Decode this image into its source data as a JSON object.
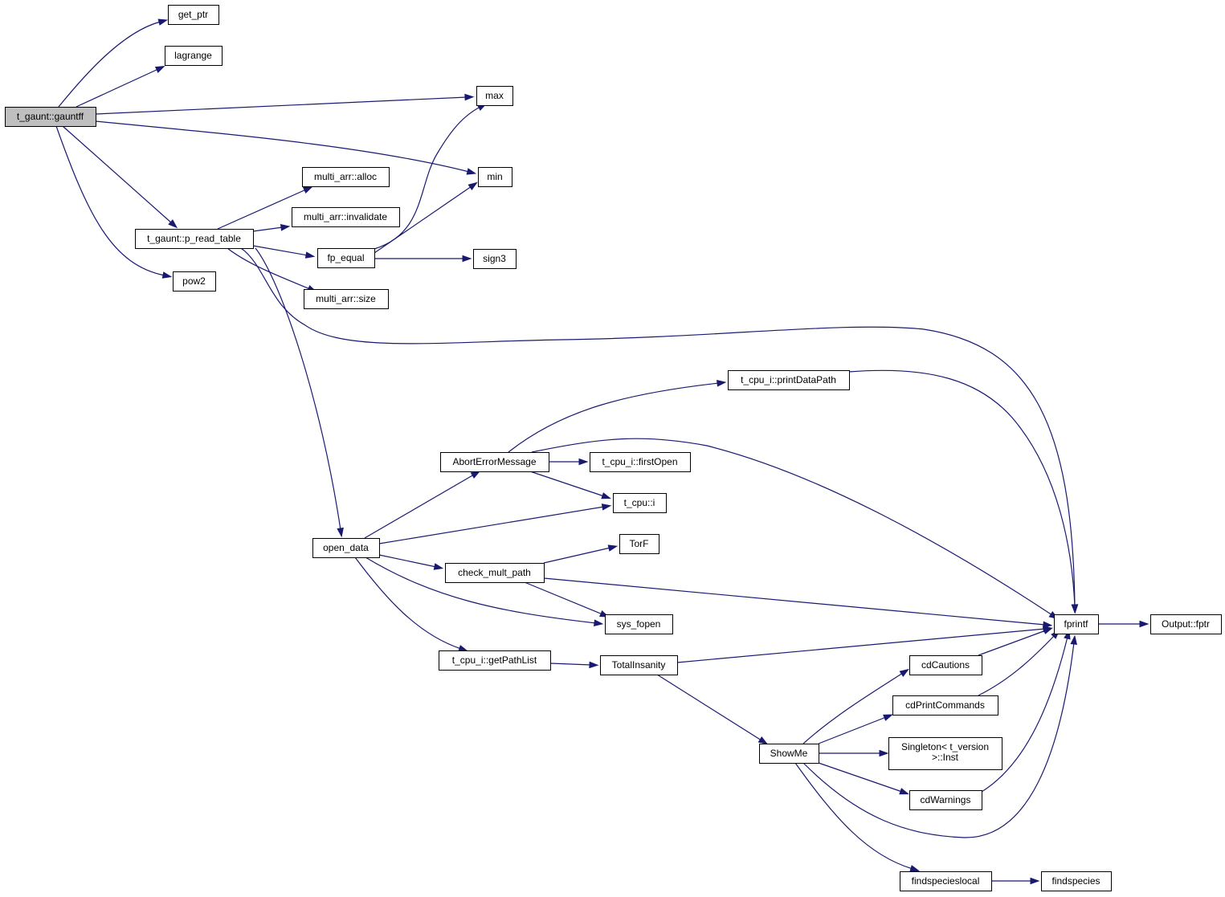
{
  "nodes": {
    "gauntff": {
      "label": "t_gaunt::gauntff",
      "root": true
    },
    "get_ptr": {
      "label": "get_ptr"
    },
    "lagrange": {
      "label": "lagrange"
    },
    "max": {
      "label": "max"
    },
    "min": {
      "label": "min"
    },
    "alloc": {
      "label": "multi_arr::alloc"
    },
    "invalidate": {
      "label": "multi_arr::invalidate"
    },
    "p_read_table": {
      "label": "t_gaunt::p_read_table"
    },
    "fp_equal": {
      "label": "fp_equal"
    },
    "sign3": {
      "label": "sign3"
    },
    "pow2": {
      "label": "pow2"
    },
    "size": {
      "label": "multi_arr::size"
    },
    "printDataPath": {
      "label": "t_cpu_i::printDataPath"
    },
    "AbortErrorMessage": {
      "label": "AbortErrorMessage"
    },
    "firstOpen": {
      "label": "t_cpu_i::firstOpen"
    },
    "cpu_i": {
      "label": "t_cpu::i"
    },
    "open_data": {
      "label": "open_data"
    },
    "TorF": {
      "label": "TorF"
    },
    "check_mult_path": {
      "label": "check_mult_path"
    },
    "sys_fopen": {
      "label": "sys_fopen"
    },
    "fprintf": {
      "label": "fprintf"
    },
    "Output_fptr": {
      "label": "Output::fptr"
    },
    "getPathList": {
      "label": "t_cpu_i::getPathList"
    },
    "TotalInsanity": {
      "label": "TotalInsanity"
    },
    "cdCautions": {
      "label": "cdCautions"
    },
    "cdPrintCommands": {
      "label": "cdPrintCommands"
    },
    "Singleton_Inst": {
      "label": "Singleton< t_version\n>::Inst"
    },
    "ShowMe": {
      "label": "ShowMe"
    },
    "cdWarnings": {
      "label": "cdWarnings"
    },
    "findspecieslocal": {
      "label": "findspecieslocal"
    },
    "findspecies": {
      "label": "findspecies"
    }
  },
  "edges": [
    [
      "gauntff",
      "get_ptr"
    ],
    [
      "gauntff",
      "lagrange"
    ],
    [
      "gauntff",
      "max"
    ],
    [
      "gauntff",
      "min"
    ],
    [
      "gauntff",
      "p_read_table"
    ],
    [
      "gauntff",
      "pow2"
    ],
    [
      "p_read_table",
      "alloc"
    ],
    [
      "p_read_table",
      "invalidate"
    ],
    [
      "p_read_table",
      "fp_equal"
    ],
    [
      "p_read_table",
      "size"
    ],
    [
      "p_read_table",
      "fprintf"
    ],
    [
      "p_read_table",
      "open_data"
    ],
    [
      "fp_equal",
      "max"
    ],
    [
      "fp_equal",
      "min"
    ],
    [
      "fp_equal",
      "sign3"
    ],
    [
      "open_data",
      "AbortErrorMessage"
    ],
    [
      "open_data",
      "cpu_i"
    ],
    [
      "open_data",
      "check_mult_path"
    ],
    [
      "open_data",
      "sys_fopen"
    ],
    [
      "open_data",
      "getPathList"
    ],
    [
      "AbortErrorMessage",
      "printDataPath"
    ],
    [
      "AbortErrorMessage",
      "firstOpen"
    ],
    [
      "AbortErrorMessage",
      "cpu_i"
    ],
    [
      "AbortErrorMessage",
      "fprintf"
    ],
    [
      "printDataPath",
      "fprintf"
    ],
    [
      "check_mult_path",
      "TorF"
    ],
    [
      "check_mult_path",
      "sys_fopen"
    ],
    [
      "check_mult_path",
      "fprintf"
    ],
    [
      "getPathList",
      "TotalInsanity"
    ],
    [
      "TotalInsanity",
      "fprintf"
    ],
    [
      "TotalInsanity",
      "ShowMe"
    ],
    [
      "ShowMe",
      "cdCautions"
    ],
    [
      "ShowMe",
      "cdPrintCommands"
    ],
    [
      "ShowMe",
      "Singleton_Inst"
    ],
    [
      "ShowMe",
      "cdWarnings"
    ],
    [
      "ShowMe",
      "fprintf"
    ],
    [
      "ShowMe",
      "findspecieslocal"
    ],
    [
      "cdCautions",
      "fprintf"
    ],
    [
      "cdPrintCommands",
      "fprintf"
    ],
    [
      "cdWarnings",
      "fprintf"
    ],
    [
      "fprintf",
      "Output_fptr"
    ],
    [
      "findspecieslocal",
      "findspecies"
    ]
  ],
  "colors": {
    "edge": "#191970",
    "root_fill": "#bfbfbf",
    "node_fill": "#ffffff",
    "node_stroke": "#000000"
  }
}
